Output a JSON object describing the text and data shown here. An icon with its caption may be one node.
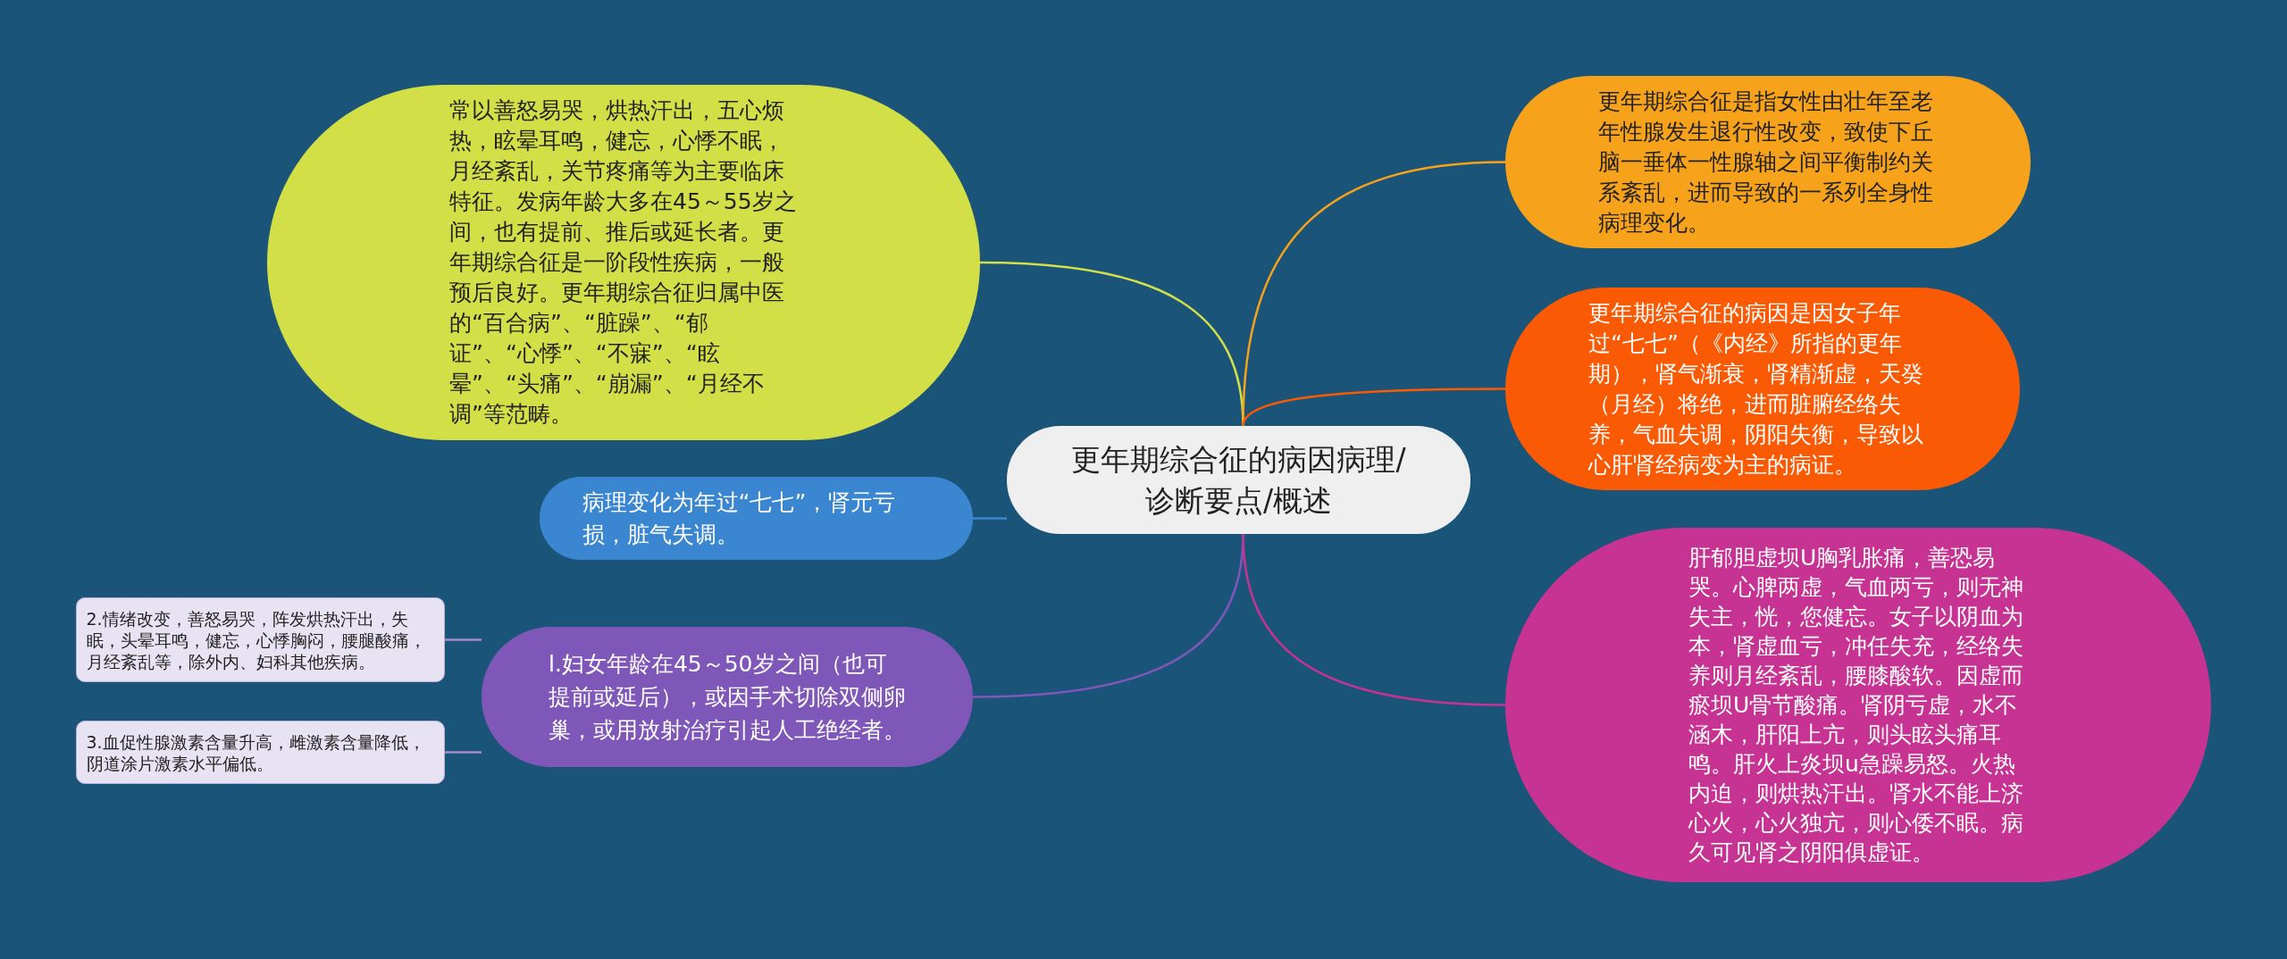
{
  "diagram": {
    "nodes": [
      {
        "text": [
          "更年期综合征的病因病理/诊断要点/概述"
        ]
      },
      {
        "text": [
          "常以善怒易哭，烘热汗出，五心烦热，眩晕耳鸣，健忘，心悸不眠，月经紊乱，关节疼痛等为主要临床特征。发病年龄大多在45～55岁之间，也有提前、推后或延长者。更年期综合征是一阶段性疾病，一般预后良好。更年期综合征归属中医的“百合病”、“脏躁”、“郁证”、“心悸”、“不寐”、“眩晕”、“头痛”、“崩漏”、“月经不调”等范畴。"
        ]
      },
      {
        "text": [
          "病理变化为年过“七七”，肾元亏损，脏气失调。"
        ]
      },
      {
        "text": [
          "l.妇女年龄在45～50岁之间（也可提前或延后），或因手术切除双侧卵巢，或用放射治疗引起人工绝经者。"
        ]
      },
      {
        "text": [
          "2.情绪改变，善怒易哭，阵发烘热汗出，失眠，头晕耳鸣，健忘，心悸胸闷，腰腿酸痛，月经紊乱等，除外内、妇科其他疾病。"
        ]
      },
      {
        "text": [
          "3.血促性腺激素含量升高，雌激素含量降低，阴道涂片激素水平偏低。"
        ]
      },
      {
        "text": [
          "更年期综合征是指女性由壮年至老年性腺发生退行性改变，致使下丘脑一垂体一性腺轴之间平衡制约关系紊乱，进而导致的一系列全身性病理变化。"
        ]
      },
      {
        "text": [
          "更年期综合征的病因是因女子年过“七七”（《内经》所指的更年期），肾气渐衰，肾精渐虚，天癸（月经）将绝，进而脏腑经络失养，气血失调，阴阳失衡，导致以心肝肾经病变为主的病证。"
        ]
      },
      {
        "text": [
          "肝郁胆虚坝U胸乳胀痛，善恐易哭。心脾两虚，气血两亏，则无神失主，恍，您健忘。女子以阴血为本，肾虚血亏，冲任失充，经络失养则月经紊乱，腰膝酸软。因虚而瘀坝U骨节酸痛。肾阴亏虚，水不涵木，肝阳上亢，则头眩头痛耳鸣。肝火上炎坝u急躁易怒。火热内迫，则烘热汗出。肾水不能上济心火，心火独亢，则心倭不眠。病久可见肾之阴阳俱虚证。"
        ]
      }
    ],
    "edges": [
      {
        "from": 0,
        "to": 1,
        "arrow": "none",
        "color": "#d4e04a"
      },
      {
        "from": 0,
        "to": 2,
        "arrow": "none",
        "color": "#3a86d0"
      },
      {
        "from": 0,
        "to": 3,
        "arrow": "none",
        "color": "#7e57b8"
      },
      {
        "from": 3,
        "to": 4,
        "arrow": "none",
        "color": "#a68ad0"
      },
      {
        "from": 3,
        "to": 5,
        "arrow": "none",
        "color": "#a68ad0"
      },
      {
        "from": 0,
        "to": 6,
        "arrow": "none",
        "color": "#f7a21b"
      },
      {
        "from": 0,
        "to": 7,
        "arrow": "none",
        "color": "#fb5a05"
      },
      {
        "from": 0,
        "to": 8,
        "arrow": "none",
        "color": "#c73393"
      }
    ]
  }
}
